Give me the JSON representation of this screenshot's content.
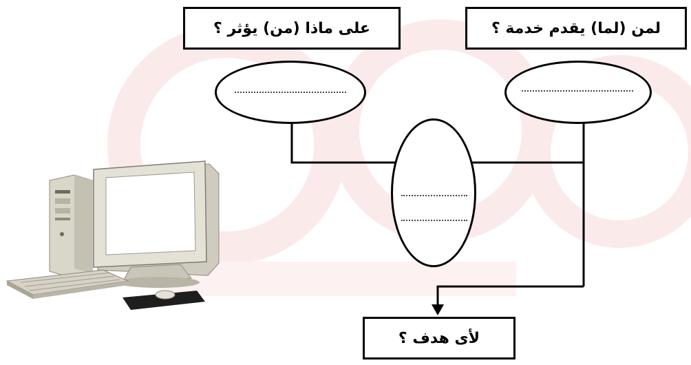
{
  "diagram": {
    "top_left_question": "على ماذا (من) يؤثر ؟",
    "top_right_question": "لمن (لما) يقدم خدمة ؟",
    "bottom_question": "لأى هدف ؟",
    "blank_placeholder": "……………………",
    "illustration": "desktop-computer-icon",
    "colors": {
      "line": "#000000",
      "watermark": "#f7dada"
    }
  }
}
